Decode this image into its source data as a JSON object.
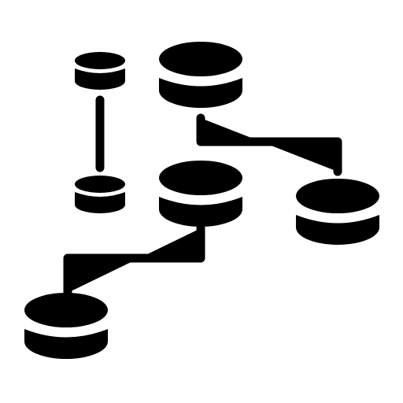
{
  "icon": {
    "name": "database-network-icon",
    "color": "#000000",
    "background": "#ffffff",
    "nodes": [
      {
        "name": "database-node-small-top"
      },
      {
        "name": "database-node-small-bottom"
      },
      {
        "name": "database-node-large-top"
      },
      {
        "name": "database-node-large-center"
      },
      {
        "name": "database-node-large-right"
      },
      {
        "name": "database-node-large-bottom-left"
      }
    ]
  }
}
